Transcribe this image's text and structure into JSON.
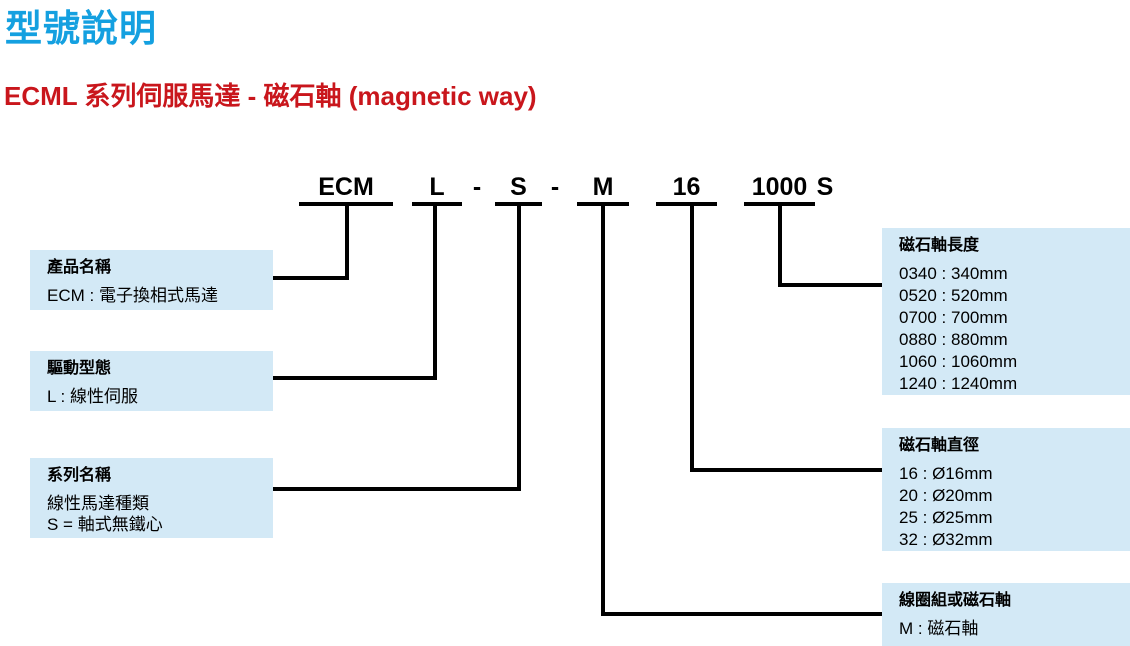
{
  "page": {
    "title": "型號說明",
    "subtitle": "ECML 系列伺服馬達 - 磁石軸 (magnetic way)"
  },
  "model_code": {
    "segments": [
      {
        "label": "ECM"
      },
      {
        "label": "L"
      },
      {
        "label": "-"
      },
      {
        "label": "S"
      },
      {
        "label": "-"
      },
      {
        "label": "M"
      },
      {
        "label": "16"
      },
      {
        "label": "1000"
      },
      {
        "label": "S"
      }
    ]
  },
  "callouts": {
    "left": [
      {
        "title": "產品名稱",
        "lines": [
          "ECM : 電子換相式馬達"
        ]
      },
      {
        "title": "驅動型態",
        "lines": [
          "L : 線性伺服"
        ]
      },
      {
        "title": "系列名稱",
        "lines": [
          "線性馬達種類",
          "S = 軸式無鐵心"
        ]
      }
    ],
    "right": [
      {
        "title": "磁石軸長度",
        "lines": [
          "0340 : 340mm",
          "0520 : 520mm",
          "0700 : 700mm",
          "0880 : 880mm",
          "1060 : 1060mm",
          "1240 : 1240mm"
        ]
      },
      {
        "title": "磁石軸直徑",
        "lines": [
          "16 : Ø16mm",
          "20 : Ø20mm",
          "25 : Ø25mm",
          "32 : Ø32mm"
        ]
      },
      {
        "title": "線圈組或磁石軸",
        "lines": [
          "M : 磁石軸"
        ]
      }
    ]
  },
  "colors": {
    "heading_blue": "#14a0e0",
    "subtitle_red": "#c9161c",
    "callout_fill": "#d3e9f6",
    "line_black": "#000000"
  }
}
